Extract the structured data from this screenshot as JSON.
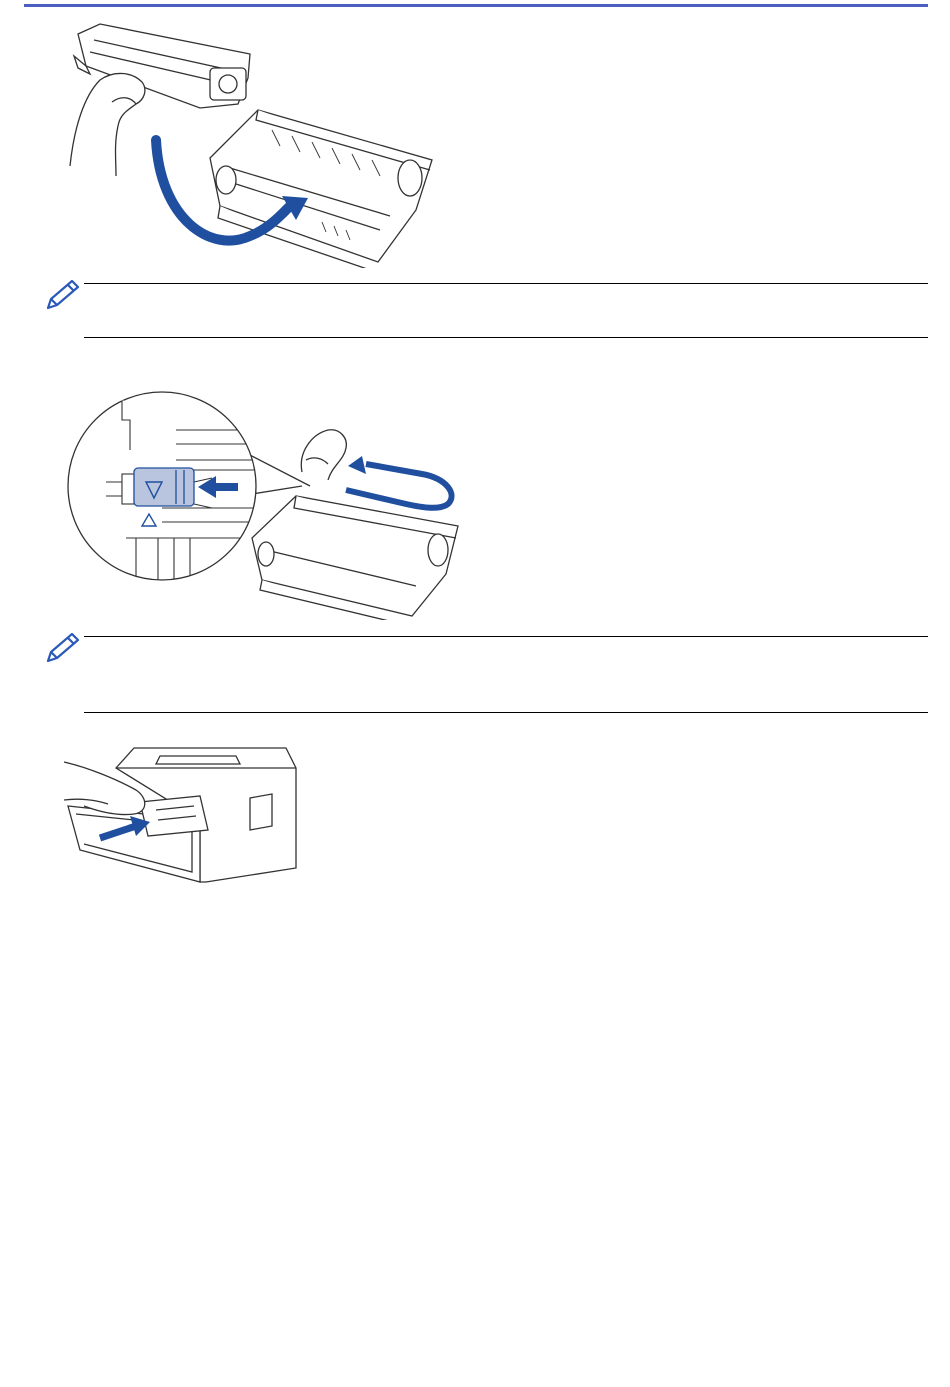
{
  "colors": {
    "top_rule": "#4a5fc1",
    "accent_blue": "#1f4f9e",
    "line_art": "#333333",
    "note_icon": "#2a59b8"
  },
  "icons": {
    "note": "pencil-note-icon"
  },
  "illustrations": [
    "toner-cartridge-into-drum-illustration",
    "drum-lever-reset-illustration",
    "insert-drum-into-printer-illustration"
  ]
}
